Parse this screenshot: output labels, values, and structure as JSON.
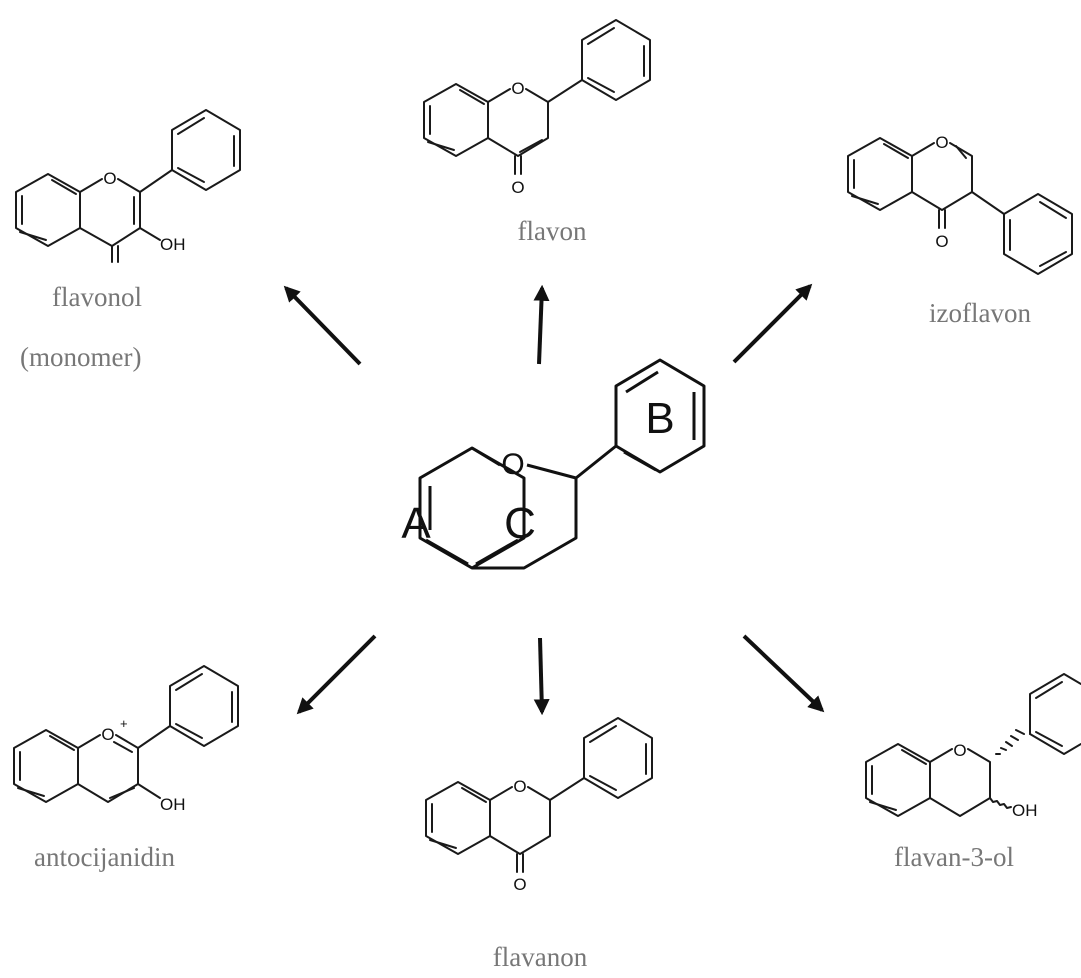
{
  "labels": {
    "flavonol": "flavonol",
    "flavonol_note": "(monomer)",
    "flavon": "flavon",
    "izoflavon": "izoflavon",
    "antocijanidin": "antocijanidin",
    "flavanon": "flavanon",
    "flavan3ol": "flavan-3-ol"
  },
  "core": {
    "ring_a": "A",
    "ring_b": "B",
    "ring_c": "C",
    "oxygen": "O"
  },
  "atoms": {
    "o": "O",
    "oh": "OH",
    "o_plus": "O",
    "plus": "+"
  }
}
